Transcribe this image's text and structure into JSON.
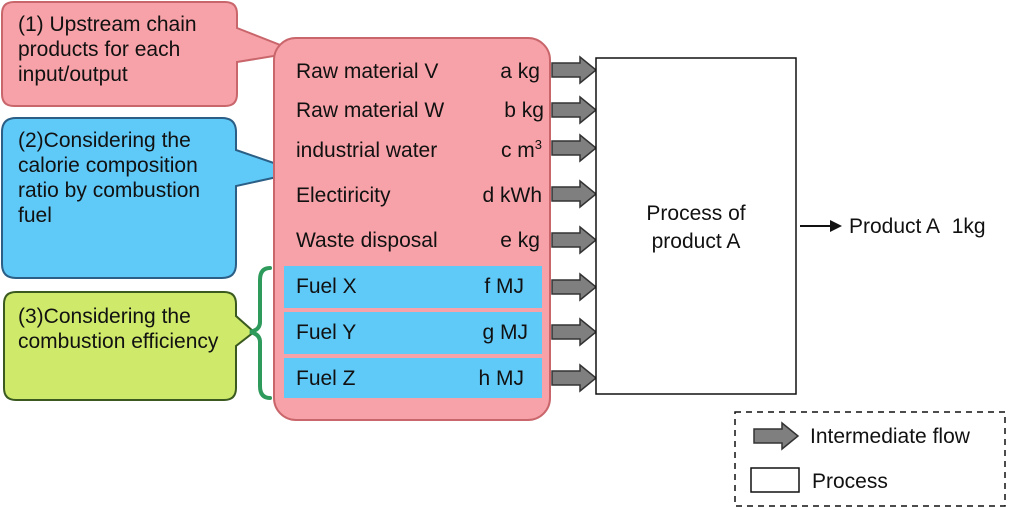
{
  "callouts": {
    "upstream": "(1) Upstream chain products for each input/output",
    "calorie": "(2)Considering the calorie composition ratio by combustion fuel",
    "efficiency": "(3)Considering the combustion efficiency"
  },
  "inputs": [
    {
      "name": "Raw material V",
      "amount": "a kg"
    },
    {
      "name": "Raw material W",
      "amount": "b kg"
    },
    {
      "name": "industrial water",
      "amount": "c m",
      "sup": "3"
    },
    {
      "name": "Electiricity",
      "amount": "d kWh"
    },
    {
      "name": "Waste disposal",
      "amount": "e kg"
    },
    {
      "name": "Fuel X",
      "amount": "f MJ"
    },
    {
      "name": "Fuel Y",
      "amount": "g MJ"
    },
    {
      "name": "Fuel Z",
      "amount": "h MJ"
    }
  ],
  "process": {
    "line1": "Process of",
    "line2": "product A"
  },
  "output": {
    "name": "Product A",
    "amount": "1kg"
  },
  "legend": {
    "flow_label": "Intermediate flow",
    "process_label": "Process"
  },
  "colors": {
    "pink": "#f7a2a8",
    "pink_border": "#c9666c",
    "blue": "#5fc9f8",
    "blue_border": "#2b5f86",
    "green": "#cfea6a",
    "green_border": "#3a5a1f",
    "bracket": "#2e9a5c",
    "arrow": "#7f7f7f"
  }
}
